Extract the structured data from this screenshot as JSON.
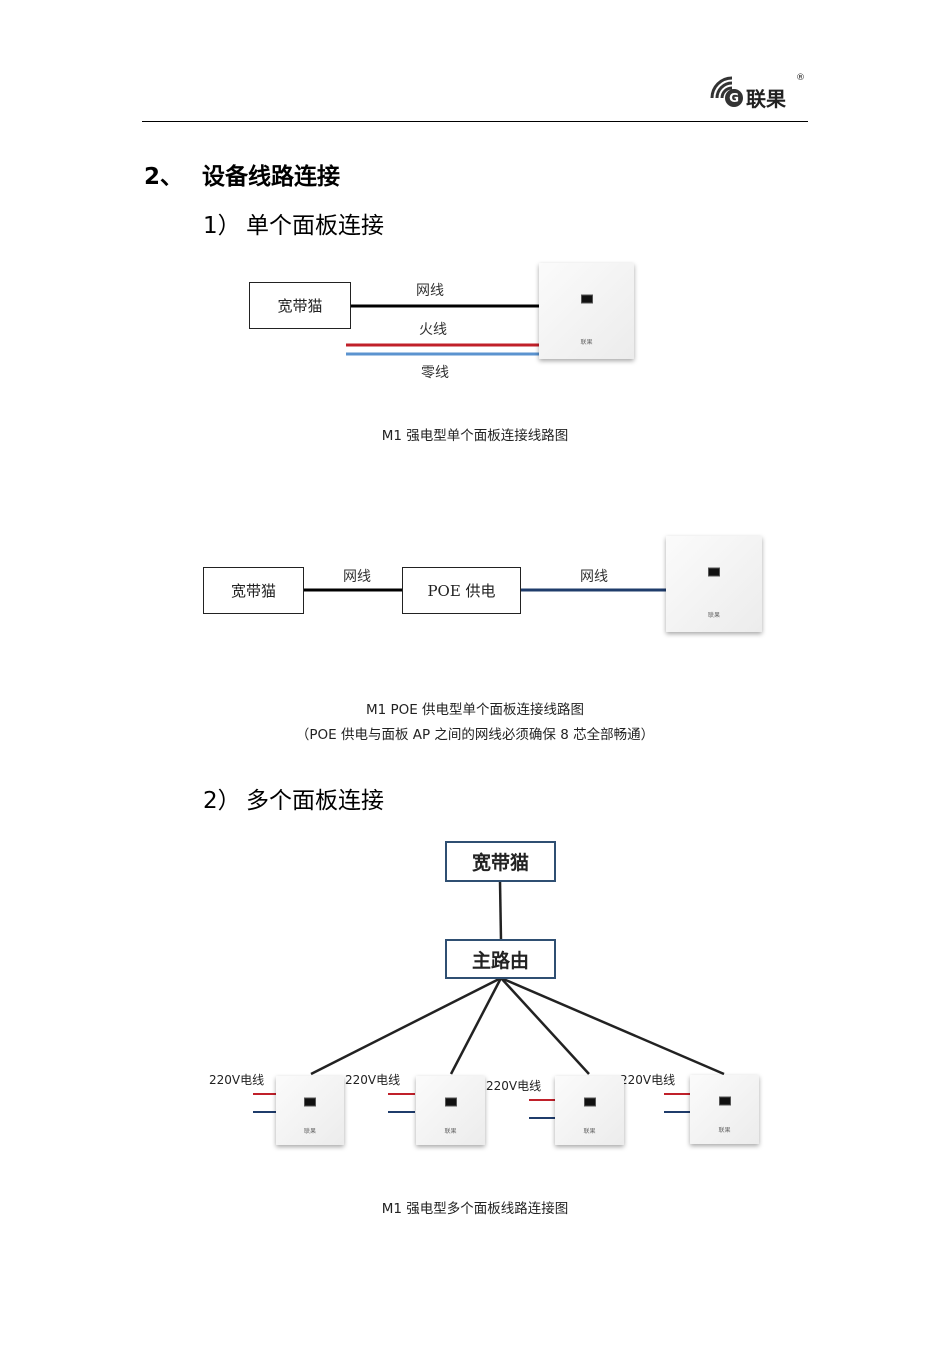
{
  "header": {
    "logo_text": "联果",
    "logo_mark": "®"
  },
  "section": {
    "number": "2、",
    "title": "设备线路连接"
  },
  "subsection1": {
    "number": "1）",
    "title": "单个面板连接"
  },
  "subsection2": {
    "number": "2）",
    "title": "多个面板连接"
  },
  "diagram1": {
    "modem_label": "宽带猫",
    "wire_network": "网线",
    "wire_live": "火线",
    "wire_neutral": "零线",
    "panel_brand": "联果",
    "caption": "M1 强电型单个面板连接线路图"
  },
  "diagram2": {
    "modem_label": "宽带猫",
    "poe_label": "POE 供电",
    "wire_left": "网线",
    "wire_right": "网线",
    "panel_brand": "联果",
    "caption_line1": "M1 POE 供电型单个面板连接线路图",
    "caption_line2": "（POE 供电与面板 AP 之间的网线必须确保 8 芯全部畅通）"
  },
  "diagram3": {
    "modem_label": "宽带猫",
    "router_label": "主路由",
    "panel_labels": [
      "220V电线",
      "220V电线",
      "220V电线",
      "220V电线"
    ],
    "panel_brand": "联果",
    "caption": "M1  强电型多个面板线路连接图"
  },
  "colors": {
    "live_wire": "#c0202a",
    "neutral_wire": "#5b93cf",
    "poe_wire": "#1f3c6b",
    "box_border_blue": "#2f4f72"
  }
}
